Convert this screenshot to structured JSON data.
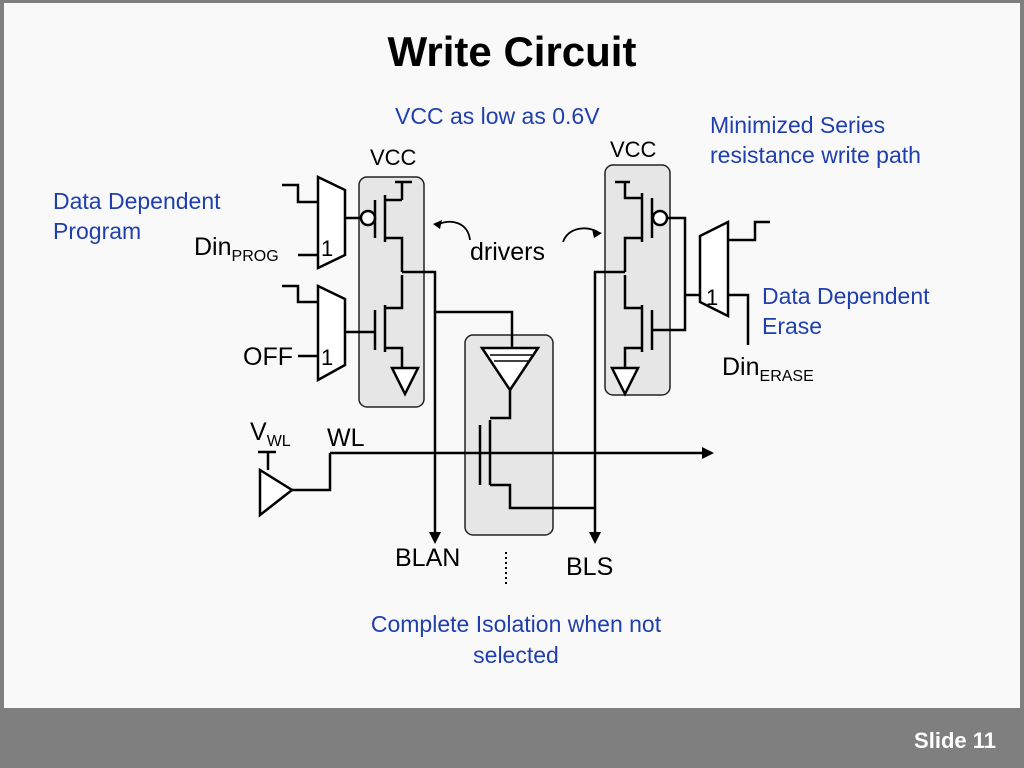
{
  "title": "Write Circuit",
  "annotations": {
    "vcc_low": "VCC as low as 0.6V",
    "series_line1": "Minimized Series",
    "series_line2": "resistance write path",
    "program_line1": "Data Dependent",
    "program_line2": "Program",
    "erase_line1": "Data Dependent",
    "erase_line2": "Erase",
    "isolation_line1": "Complete Isolation when not",
    "isolation_line2": "selected"
  },
  "labels": {
    "vcc_left": "VCC",
    "vcc_right": "VCC",
    "drivers": "drivers",
    "din_prog": "Din",
    "din_prog_sub": "PROG",
    "off": "OFF",
    "din_erase": "Din",
    "din_erase_sub": "ERASE",
    "mux_one_a": "1",
    "mux_one_b": "1",
    "mux_one_c": "1",
    "vwl": "V",
    "vwl_sub": "WL",
    "wl": "WL",
    "blan": "BLAN",
    "bls": "BLS"
  },
  "footer": {
    "slide": "Slide 11"
  },
  "colors": {
    "annotation": "#1f3fae",
    "shade": "#e6e6e6",
    "footer": "#7f7f7f"
  }
}
